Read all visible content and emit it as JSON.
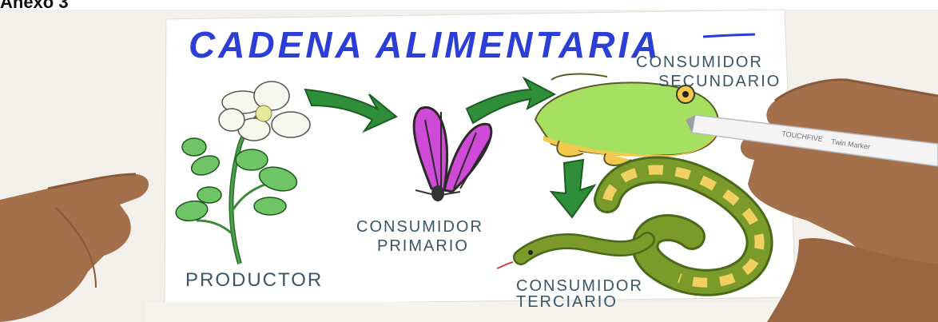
{
  "image": {
    "heading": "Anexo 3",
    "poster": {
      "title": "CADENA ALIMENTARIA",
      "labels": {
        "producer": "PRODUCTOR",
        "primary_line1": "CONSUMIDOR",
        "primary_line2": "PRIMARIO",
        "secondary_line1": "CONSUMIDOR",
        "secondary_line2": "SECUNDARIO",
        "tertiary_line1": "CONSUMIDOR",
        "tertiary_line2": "TERCIARIO"
      },
      "marker_brand": "TOUCHFIVE",
      "marker_subtext": "Twin Marker"
    },
    "colors": {
      "title_ink": "#2b3fd6",
      "label_ink": "#3a5566",
      "arrow_green": "#2f8e3a",
      "butterfly_pink": "#d04ad8",
      "frog_green": "#a6e060",
      "frog_yellow": "#f2c94c",
      "snake_olive": "#7a9a2a",
      "snake_yellow": "#f0d060",
      "skin": "#a4704c"
    }
  }
}
